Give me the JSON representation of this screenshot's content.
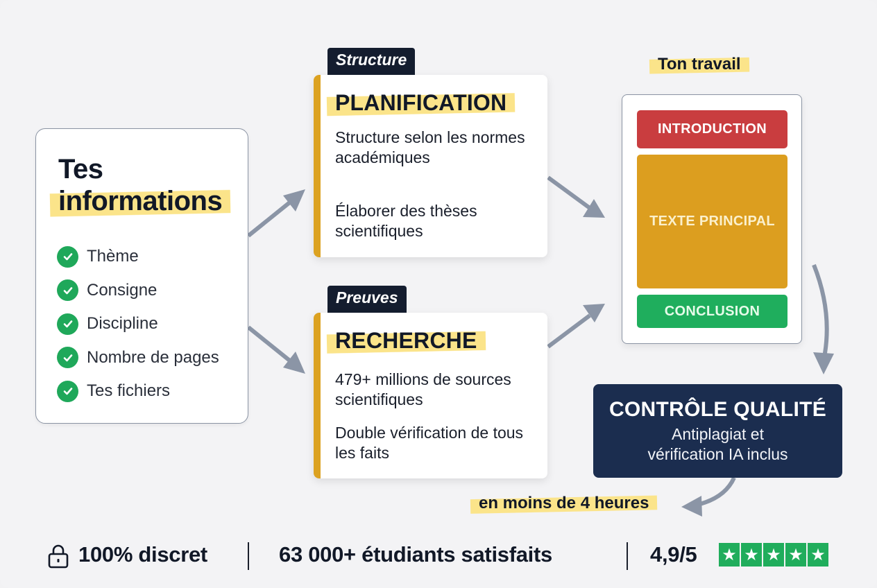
{
  "colors": {
    "background": "#f3f3f5",
    "highlight": "#fbe48a",
    "dark_navy": "#141d2f",
    "quality_navy": "#1b2d4f",
    "accent_gold": "#dca221",
    "intro_red": "#c93d3f",
    "main_gold": "#dc9e1f",
    "conclusion_green": "#1fae5d",
    "check_green": "#1fa85a",
    "arrow_gray": "#8b95a6",
    "star_green": "#20ad5c"
  },
  "input": {
    "title_line1": "Tes",
    "title_line2": "informations",
    "items": [
      {
        "icon": "check-circle-icon",
        "label": "Thème"
      },
      {
        "icon": "check-circle-icon",
        "label": "Consigne"
      },
      {
        "icon": "check-circle-icon",
        "label": "Discipline"
      },
      {
        "icon": "check-circle-icon",
        "label": "Nombre de pages"
      },
      {
        "icon": "check-circle-icon",
        "label": "Tes fichiers"
      }
    ]
  },
  "planning": {
    "tab": "Structure",
    "title": "PLANIFICATION",
    "points": [
      "Structure selon les normes académiques",
      "Élaborer des thèses scientifiques"
    ]
  },
  "research": {
    "tab": "Preuves",
    "title": "RECHERCHE",
    "points": [
      "479+ millions de sources scientifiques",
      "Double vérification de tous les faits"
    ]
  },
  "output": {
    "label": "Ton travail",
    "sections": [
      "INTRODUCTION",
      "TEXTE PRINCIPAL",
      "CONCLUSION"
    ]
  },
  "quality": {
    "title": "CONTRÔLE QUALITÉ",
    "subtitle_line1": "Antiplagiat et",
    "subtitle_line2": "vérification IA inclus"
  },
  "delivery": {
    "label": "en moins de 4 heures"
  },
  "footer": {
    "discreet_icon": "lock-icon",
    "discreet": "100% discret",
    "students": "63 000+ étudiants satisfaits",
    "rating": "4,9/5",
    "stars": 5,
    "star_glyph": "★"
  }
}
